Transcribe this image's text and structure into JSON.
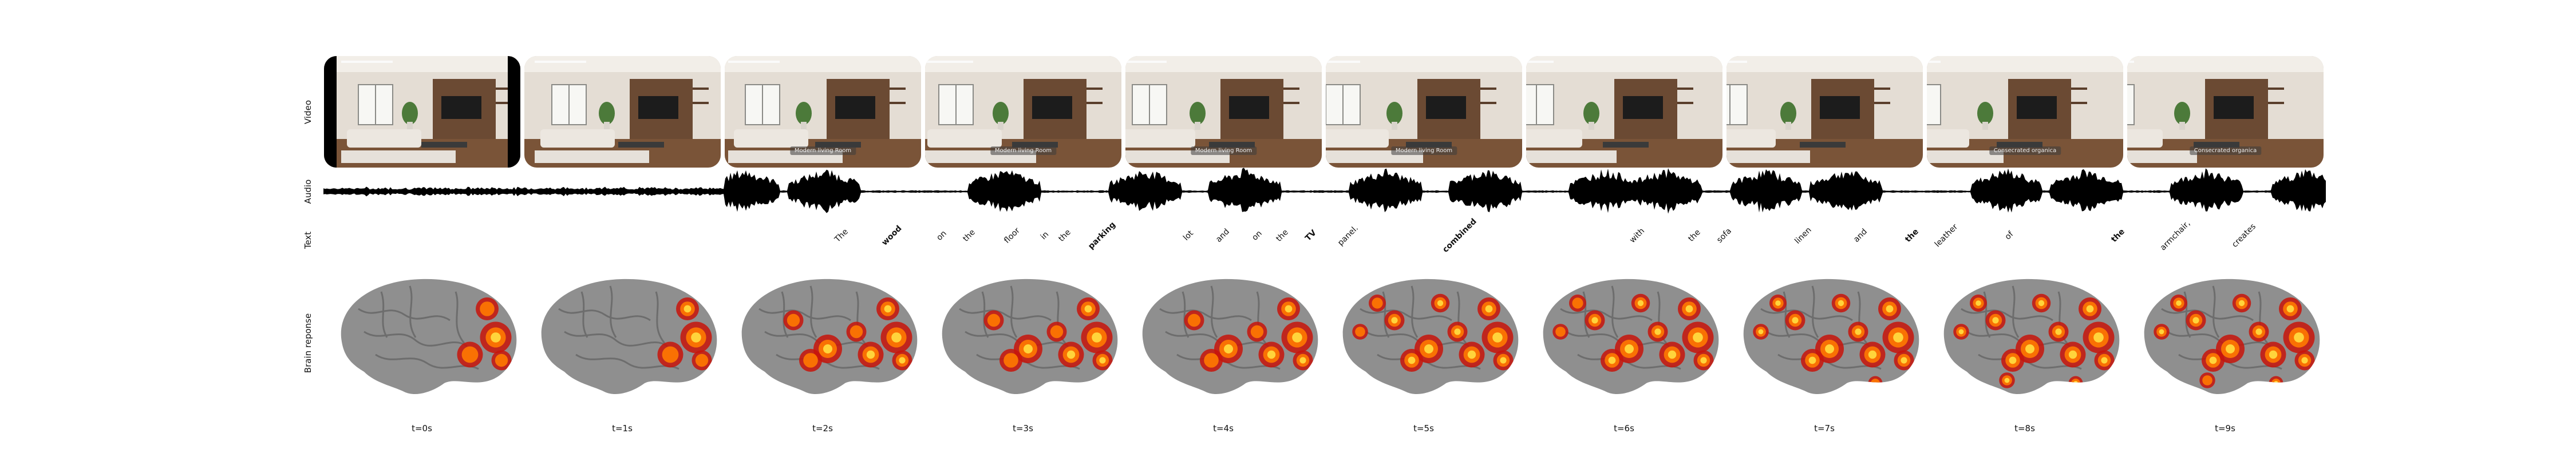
{
  "rows": {
    "video": "Video",
    "audio": "Audio",
    "text": "Text",
    "brain": "Brain reponse"
  },
  "frames": [
    {
      "caption": ""
    },
    {
      "caption": ""
    },
    {
      "caption": "Modern living Room"
    },
    {
      "caption": "Modern living Room"
    },
    {
      "caption": "Modern living Room"
    },
    {
      "caption": "Modern living Room"
    },
    {
      "caption": ""
    },
    {
      "caption": ""
    },
    {
      "caption": "Consecrated organica"
    },
    {
      "caption": "Consecrated organica"
    }
  ],
  "words": [
    {
      "text": "The",
      "bold": false
    },
    {
      "text": "wood",
      "bold": true
    },
    {
      "text": "on",
      "bold": false
    },
    {
      "text": "the",
      "bold": false
    },
    {
      "text": "floor",
      "bold": false
    },
    {
      "text": "in",
      "bold": false
    },
    {
      "text": "the",
      "bold": false
    },
    {
      "text": "parking",
      "bold": true
    },
    {
      "text": "lot",
      "bold": false
    },
    {
      "text": "and",
      "bold": false
    },
    {
      "text": "on",
      "bold": false
    },
    {
      "text": "the",
      "bold": false
    },
    {
      "text": "TV",
      "bold": true
    },
    {
      "text": "panel.",
      "bold": false
    },
    {
      "text": "combined",
      "bold": true
    },
    {
      "text": "with",
      "bold": false
    },
    {
      "text": "the",
      "bold": false
    },
    {
      "text": "sofa",
      "bold": false
    },
    {
      "text": "linen",
      "bold": false
    },
    {
      "text": "and",
      "bold": false
    },
    {
      "text": "the",
      "bold": true
    },
    {
      "text": "leather",
      "bold": false
    },
    {
      "text": "of",
      "bold": false
    },
    {
      "text": "the",
      "bold": true
    },
    {
      "text": "armchair,",
      "bold": false
    },
    {
      "text": "creates",
      "bold": false
    }
  ],
  "times": [
    "t=0s",
    "t=1s",
    "t=2s",
    "t=3s",
    "t=4s",
    "t=5s",
    "t=6s",
    "t=7s",
    "t=8s",
    "t=9s"
  ],
  "activation_levels": [
    0.25,
    0.3,
    0.55,
    0.6,
    0.6,
    0.75,
    0.8,
    0.85,
    0.95,
    0.9
  ],
  "colors": {
    "cortex": "#8f8f8f",
    "activation_hot": "#ffd43b",
    "activation_mid": "#ff7a00",
    "activation_low": "#c8140a",
    "wall": "#e4ddd4",
    "wood_panel": "#6b4a33"
  }
}
